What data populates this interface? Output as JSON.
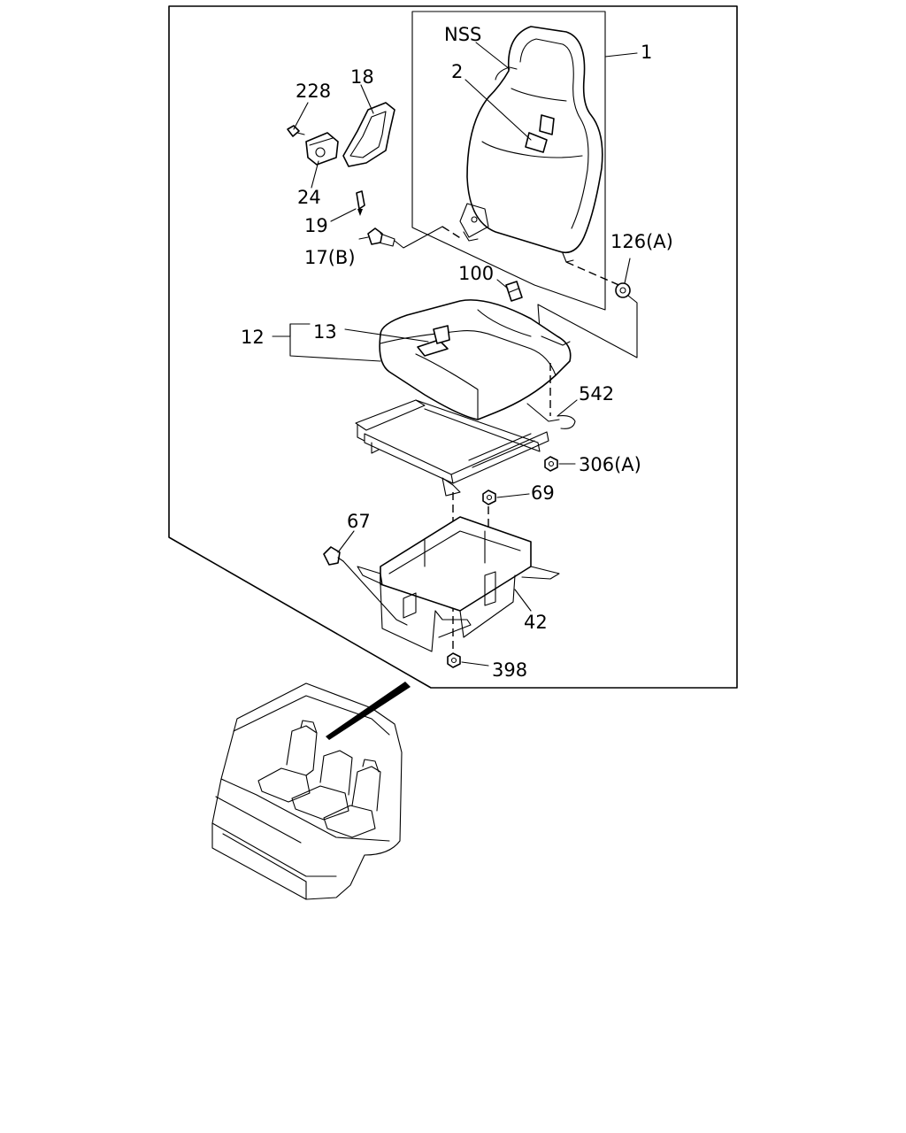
{
  "diagram": {
    "callouts": {
      "nss": "NSS",
      "p1": "1",
      "p2": "2",
      "p228": "228",
      "p18": "18",
      "p24": "24",
      "p19": "19",
      "p17b": "17(B)",
      "p126a": "126(A)",
      "p100": "100",
      "p12": "12",
      "p13": "13",
      "p542": "542",
      "p306a": "306(A)",
      "p69": "69",
      "p67": "67",
      "p42": "42",
      "p398": "398"
    }
  }
}
